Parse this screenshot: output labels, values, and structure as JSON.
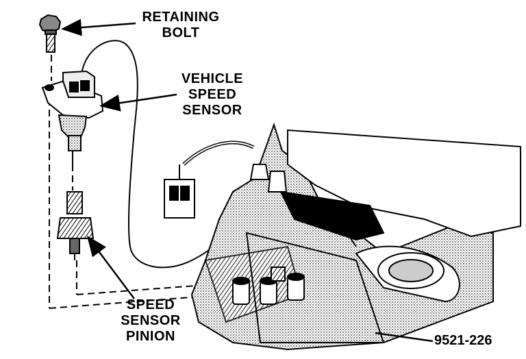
{
  "labels": {
    "retaining_bolt": [
      "RETAINING",
      "BOLT"
    ],
    "vehicle_speed_sensor": [
      "VEHICLE",
      "SPEED",
      "SENSOR"
    ],
    "speed_sensor_pinion": [
      "SPEED",
      "SENSOR",
      "PINION"
    ],
    "figure_number": "9521-226"
  },
  "colors": {
    "ink": "#000000",
    "paper": "#ffffff",
    "hatch": "#555555"
  }
}
